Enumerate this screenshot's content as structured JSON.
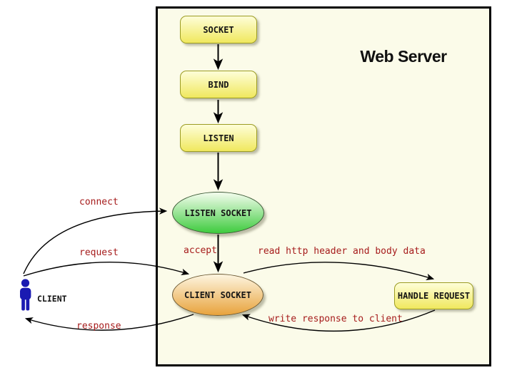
{
  "title": "Web Server",
  "nodes": {
    "socket": "SOCKET",
    "bind": "BIND",
    "listen": "LISTEN",
    "listen_socket": "LISTEN SOCKET",
    "client_socket": "CLIENT SOCKET",
    "handle_request": "HANDLE REQUEST"
  },
  "actor": {
    "label": "CLIENT"
  },
  "edge_labels": {
    "connect": "connect",
    "request": "request",
    "response": "response",
    "accept": "accept",
    "read_http": "read http header and body data",
    "write_response": "write response to client"
  },
  "colors": {
    "canvas_bg": "#fbfbe9",
    "box_border": "#000000",
    "process_fill_top": "#fefed8",
    "process_fill_bottom": "#f0e85e",
    "process_border": "#9c9c22",
    "listen_fill_top": "#f4fdee",
    "listen_fill_bottom": "#3ecb3e",
    "listen_border": "#3c5a36",
    "client_fill_top": "#fdf5e0",
    "client_fill_bottom": "#e8a33c",
    "client_border": "#6e5b35",
    "edge_label_color": "#a61c1c",
    "actor_color": "#1a1ab2",
    "arrow_color": "#000000"
  }
}
